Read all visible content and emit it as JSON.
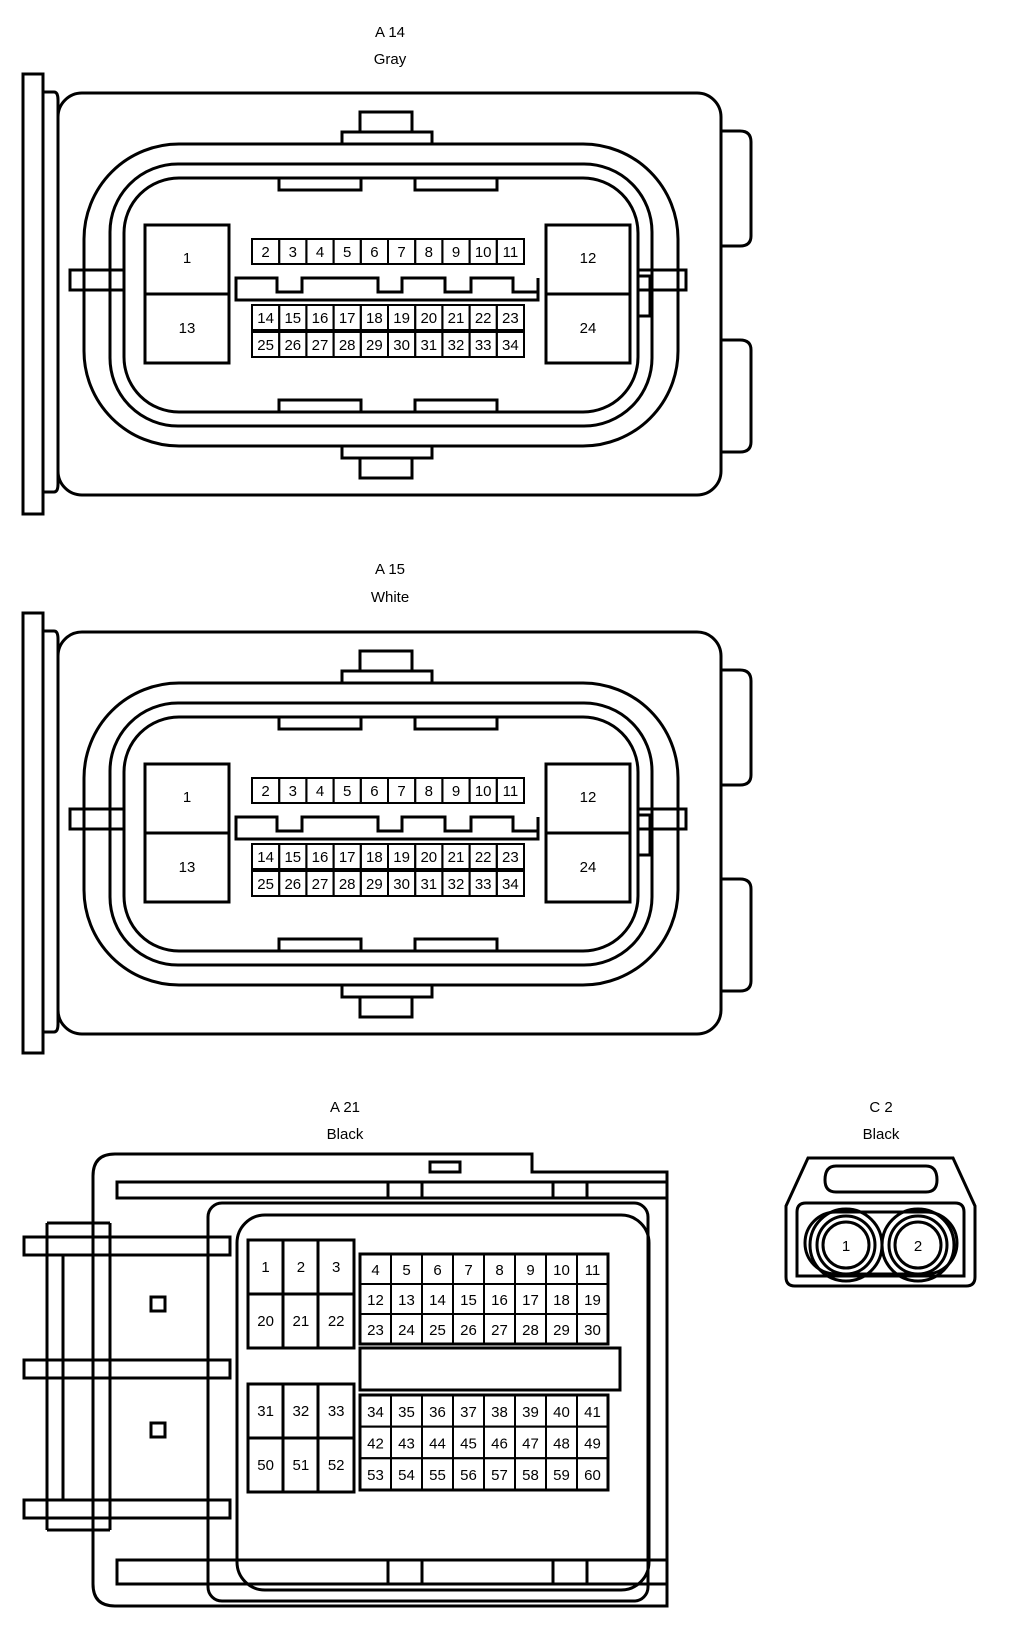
{
  "connectors": [
    {
      "id": "A 14",
      "color": "Gray",
      "pins": {
        "big_left": [
          "1",
          "13"
        ],
        "small_top": [
          "2",
          "3",
          "4",
          "5",
          "6",
          "7",
          "8",
          "9",
          "10",
          "11"
        ],
        "small_mid": [
          "14",
          "15",
          "16",
          "17",
          "18",
          "19",
          "20",
          "21",
          "22",
          "23"
        ],
        "small_bot": [
          "25",
          "26",
          "27",
          "28",
          "29",
          "30",
          "31",
          "32",
          "33",
          "34"
        ],
        "big_right": [
          "12",
          "24"
        ]
      }
    },
    {
      "id": "A 15",
      "color": "White",
      "pins": {
        "big_left": [
          "1",
          "13"
        ],
        "small_top": [
          "2",
          "3",
          "4",
          "5",
          "6",
          "7",
          "8",
          "9",
          "10",
          "11"
        ],
        "small_mid": [
          "14",
          "15",
          "16",
          "17",
          "18",
          "19",
          "20",
          "21",
          "22",
          "23"
        ],
        "small_bot": [
          "25",
          "26",
          "27",
          "28",
          "29",
          "30",
          "31",
          "32",
          "33",
          "34"
        ],
        "big_right": [
          "12",
          "24"
        ]
      }
    },
    {
      "id": "A 21",
      "color": "Black",
      "pins": {
        "left_top": [
          [
            "1",
            "2",
            "3"
          ],
          [
            "20",
            "21",
            "22"
          ]
        ],
        "right_top": [
          [
            "4",
            "5",
            "6",
            "7",
            "8",
            "9",
            "10",
            "11"
          ],
          [
            "12",
            "13",
            "14",
            "15",
            "16",
            "17",
            "18",
            "19"
          ],
          [
            "23",
            "24",
            "25",
            "26",
            "27",
            "28",
            "29",
            "30"
          ]
        ],
        "left_bot": [
          [
            "31",
            "32",
            "33"
          ],
          [
            "50",
            "51",
            "52"
          ]
        ],
        "right_bot": [
          [
            "34",
            "35",
            "36",
            "37",
            "38",
            "39",
            "40",
            "41"
          ],
          [
            "42",
            "43",
            "44",
            "45",
            "46",
            "47",
            "48",
            "49"
          ],
          [
            "53",
            "54",
            "55",
            "56",
            "57",
            "58",
            "59",
            "60"
          ]
        ]
      }
    },
    {
      "id": "C 2",
      "color": "Black",
      "pins": [
        "1",
        "2"
      ]
    }
  ]
}
